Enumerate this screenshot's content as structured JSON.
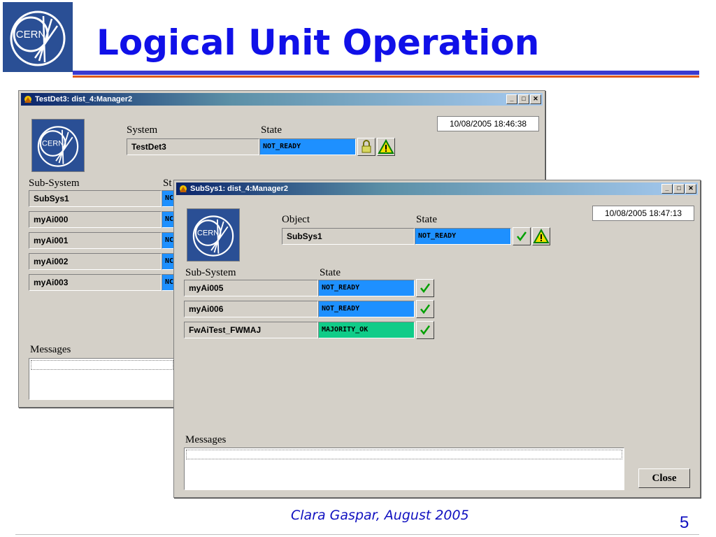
{
  "slide": {
    "title": "Logical Unit Operation",
    "footer_author": "Clara Gaspar, August 2005",
    "page_number": "5",
    "logo_text": "CERN"
  },
  "window1": {
    "title": "TestDet3: dist_4:Manager2",
    "datetime": "10/08/2005  18:46:38",
    "system_header": "System",
    "state_header": "State",
    "system_name": "TestDet3",
    "system_state": "NOT_READY",
    "subsystem_header": "Sub-System",
    "subsystem_state_header": "St",
    "subsystems": [
      {
        "name": "SubSys1",
        "state": "NC"
      },
      {
        "name": "myAi000",
        "state": "NC"
      },
      {
        "name": "myAi001",
        "state": "NC"
      },
      {
        "name": "myAi002",
        "state": "NC"
      },
      {
        "name": "myAi003",
        "state": "NC"
      }
    ],
    "messages_label": "Messages"
  },
  "window2": {
    "title": "SubSys1: dist_4:Manager2",
    "datetime": "10/08/2005  18:47:13",
    "object_header": "Object",
    "state_header": "State",
    "object_name": "SubSys1",
    "object_state": "NOT_READY",
    "subsystem_header": "Sub-System",
    "subsystem_state_header": "State",
    "subsystems": [
      {
        "name": "myAi005",
        "state": "NOT_READY"
      },
      {
        "name": "myAi006",
        "state": "NOT_READY"
      },
      {
        "name": "FwAiTest_FWMAJ",
        "state": "MAJORITY_OK"
      }
    ],
    "messages_label": "Messages",
    "close_label": "Close"
  },
  "colors": {
    "not_ready": "#1e90ff",
    "majority_ok": "#10cc88",
    "title_blue": "#1010e8",
    "cern_blue": "#2a4f95"
  },
  "icons": [
    "cern-logo",
    "lock-icon",
    "warning-icon",
    "checkmark-icon",
    "minimize-icon",
    "maximize-icon",
    "close-icon"
  ]
}
